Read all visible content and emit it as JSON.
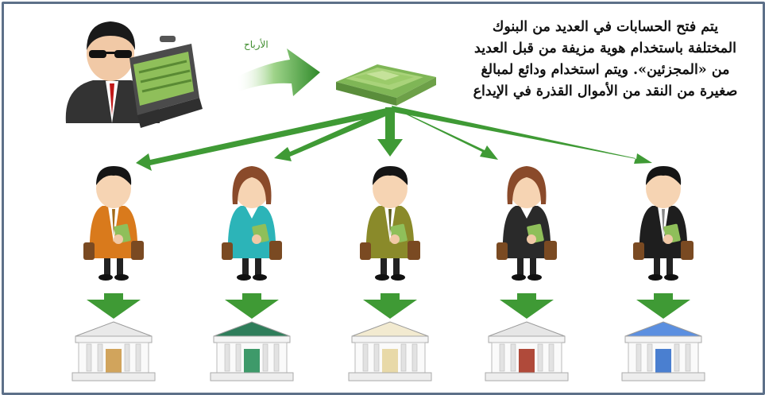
{
  "caption": {
    "line1": "يتم فتح الحسابات في العديد من البنوك",
    "line2": "المختلفة باستخدام هوية مزيفة من قبل العديد",
    "line3": "من «المجزئين». ويتم استخدام ودائع لمبالغ",
    "line4": "صغيرة من النقد من الأموال القذرة في الإيداع"
  },
  "profits_label": "الأرباح",
  "colors": {
    "frame": "#5d7089",
    "arrow": "#3f9a35",
    "money": "#8fbf5a"
  },
  "people": [
    {
      "gender": "man",
      "suit": "#d97a1c",
      "shirt": "#ffffff",
      "tie": "#a36a1a"
    },
    {
      "gender": "woman",
      "suit": "#2cb4b8",
      "shirt": "#ffffff",
      "tie": ""
    },
    {
      "gender": "man",
      "suit": "#8a8a2a",
      "shirt": "#ffffff",
      "tie": "#5a5a1a"
    },
    {
      "gender": "woman",
      "suit": "#2a2a2a",
      "shirt": "#ffffff",
      "tie": ""
    },
    {
      "gender": "man",
      "suit": "#1e1e1e",
      "shirt": "#ffffff",
      "tie": "#888888"
    }
  ],
  "banks": [
    {
      "door": "#d1a45c",
      "roof": "#e9e9e9"
    },
    {
      "door": "#3e9a6a",
      "roof": "#2e7d5a"
    },
    {
      "door": "#e8d9a8",
      "roof": "#f2ead0"
    },
    {
      "door": "#b04a3a",
      "roof": "#e6e6e6"
    },
    {
      "door": "#4a7fd0",
      "roof": "#5b8fe0"
    }
  ]
}
